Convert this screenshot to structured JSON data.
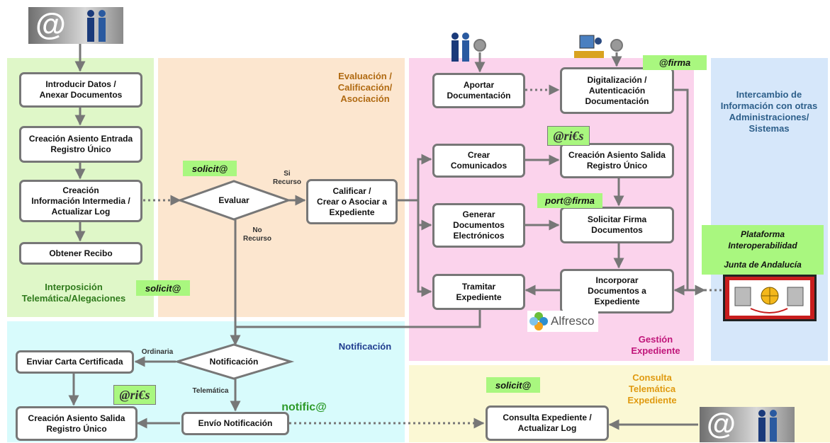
{
  "zones": {
    "interposicion": {
      "label": "Interposición\nTelemática/Alegaciones",
      "color": "#dff7c8"
    },
    "evaluacion": {
      "label": "Evaluación /\nCalificación/\nAsociación",
      "color": "#fce6cf"
    },
    "gestion": {
      "label": "Gestión\nExpediente",
      "color": "#fbd3ec"
    },
    "intercambio": {
      "label": "Intercambio de\nInformación con otras\nAdministraciones/\nSistemas",
      "color": "#d6e7fa"
    },
    "notificacion": {
      "label": "Notificación",
      "color": "#d8fbfc"
    },
    "consulta": {
      "label": "Consulta\nTelemática\nExpediente",
      "color": "#fbf8d4"
    }
  },
  "colors": {
    "interposicion_text": "#2f7a1c",
    "evaluacion_text": "#b06a12",
    "gestion_text": "#c0167a",
    "intercambio_text": "#2d5f8a",
    "notificacion_text": "#1f3c8f",
    "consulta_text": "#e09a10",
    "tag_green": "#a9f77f",
    "box_border": "#777777",
    "arrow": "#777777"
  },
  "nodes": {
    "introducir": "Introducir Datos /\nAnexar Documentos",
    "creacion_entrada": "Creación Asiento Entrada\nRegistro Único",
    "creacion_info": "Creación\nInformación Intermedia /\nActualizar Log",
    "obtener_recibo": "Obtener Recibo",
    "evaluar": "Evaluar",
    "calificar": "Calificar /\nCrear o Asociar a\nExpediente",
    "aportar": "Aportar\nDocumentación",
    "digitalizacion": "Digitalización /\nAutenticación\nDocumentación",
    "crear_comunicados": "Crear\nComunicados",
    "creacion_salida_gestion": "Creación Asiento Salida\nRegistro Único",
    "generar_docs": "Generar\nDocumentos\nElectrónicos",
    "solicitar_firma": "Solicitar Firma\nDocumentos",
    "tramitar": "Tramitar\nExpediente",
    "incorporar": "Incorporar\nDocumentos a\nExpediente",
    "notificacion": "Notificación",
    "enviar_carta": "Enviar Carta Certificada",
    "creacion_salida_notif": "Creación Asiento Salida\nRegistro Único",
    "envio_notificacion": "Envío Notificación",
    "consulta_expediente": "Consulta Expediente /\nActualizar Log"
  },
  "edges": {
    "si_recurso": "Si\nRecurso",
    "no_recurso": "No\nRecurso",
    "ordinaria": "Ordinaria",
    "telematica": "Telemática"
  },
  "tags": {
    "solicita_eval": "solicit@",
    "solicita_interp": "solicit@",
    "firma": "@firma",
    "portafirma": "port@firma",
    "solicita_consulta": "solicit@"
  },
  "logos": {
    "aries_gestion": "@ri€s",
    "aries_notif": "@ri€s",
    "alfresco": "Alfresco",
    "notifica": "notific@",
    "at_sign": "@"
  },
  "plataforma": {
    "title": "Plataforma\nInteroperabilidad",
    "subtitle": "Junta de Andalucía"
  }
}
